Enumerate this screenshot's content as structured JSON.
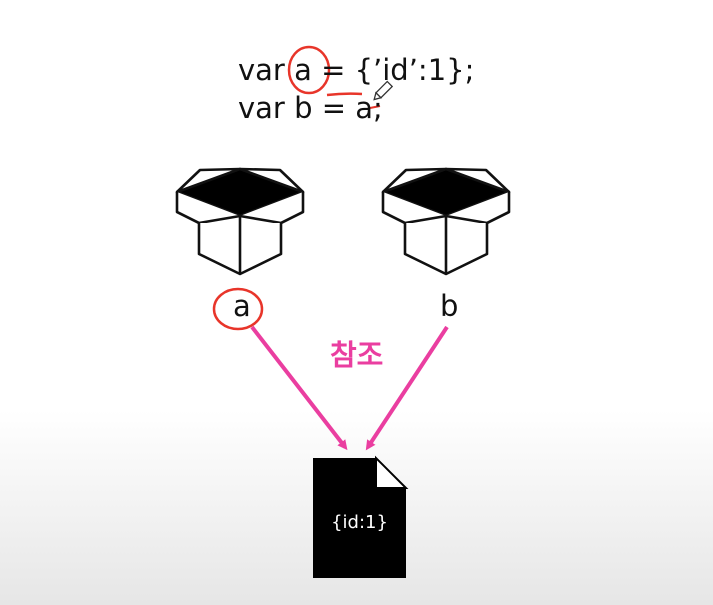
{
  "code": {
    "line1": "var a = {’id’:1};",
    "line2": "var b = a;"
  },
  "variables": {
    "a": "a",
    "b": "b"
  },
  "reference_label": "참조",
  "document_content": "{id:1}",
  "colors": {
    "arrow": "#ea3ea0",
    "highlight": "#e8352a",
    "text": "#111111",
    "document": "#000000"
  },
  "icons": [
    "open-box-icon",
    "open-box-icon",
    "document-icon",
    "pencil-cursor-icon"
  ]
}
